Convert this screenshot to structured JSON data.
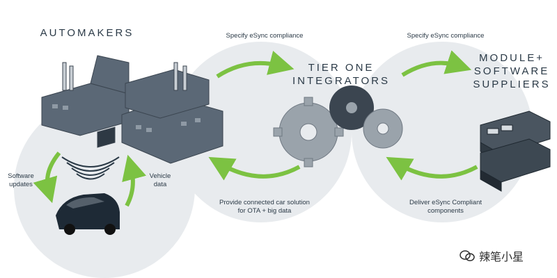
{
  "headings": {
    "automakers": "AUTOMAKERS",
    "tier_one_line1": "TIER ONE",
    "tier_one_line2": "INTEGRATORS",
    "module_line1": "MODULE+",
    "module_line2": "SOFTWARE",
    "module_line3": "SUPPLIERS"
  },
  "flows": {
    "spec_left": "Specify eSync compliance",
    "spec_right": "Specify eSync compliance",
    "software_updates_line1": "Software",
    "software_updates_line2": "updates",
    "vehicle_data_line1": "Vehicle",
    "vehicle_data_line2": "data",
    "provide_line1": "Provide connected car solution",
    "provide_line2": "for OTA + big data",
    "deliver_line1": "Deliver eSync Compliant",
    "deliver_line2": "components"
  },
  "watermark": {
    "text": "辣笔小星"
  },
  "colors": {
    "circle": "#e8ebee",
    "arrow": "#7cc242",
    "text": "#2b3a47",
    "building": "#5b6876",
    "gear": "#9aa3ab",
    "gear_dark": "#3b4550"
  },
  "icons": [
    "factory-icon",
    "car-icon",
    "wireless-signal-icon",
    "gears-icon",
    "ecu-module-icon",
    "wechat-icon"
  ]
}
